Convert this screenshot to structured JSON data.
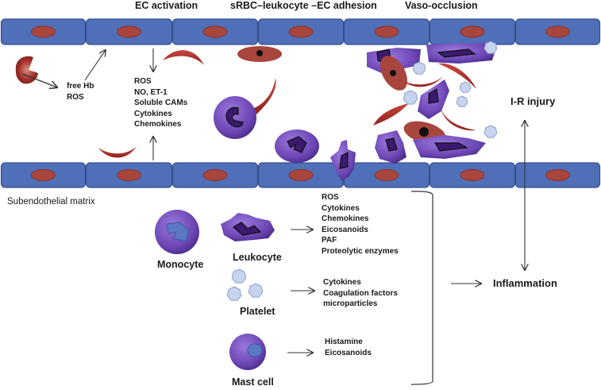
{
  "headers": {
    "ec_activation": "EC activation",
    "adhesion": "sRBC–leukocyte –EC adhesion",
    "vaso_occlusion": "Vaso-occlusion"
  },
  "hemolysis_products": [
    "free Hb",
    "ROS"
  ],
  "ec_activation_products": [
    "ROS",
    "NO, ET-1",
    "Soluble CAMs",
    "Cytokines",
    "Chemokines"
  ],
  "subendothelial_label": "Subendothelial matrix",
  "cells": [
    {
      "name": "Monocyte"
    },
    {
      "name": "Leukocyte",
      "products": [
        "ROS",
        "Cytokines",
        "Chemokines",
        "Eicosanoids",
        "PAF",
        "Proteolytic enzymes"
      ]
    },
    {
      "name": "Platelet",
      "products": [
        "Cytokines",
        "Coagulation factors",
        "microparticles"
      ]
    },
    {
      "name": "Mast cell",
      "products": [
        "Histamine",
        "Eicosanoids"
      ]
    }
  ],
  "outcomes": {
    "ir_injury": "I-R injury",
    "inflammation": "Inflammation"
  },
  "colors": {
    "endothelium": "#4f6fb8",
    "endothelium_border": "#33508f",
    "nucleus": "#a8453d",
    "sickle_rbc": "#b0332b",
    "leukocyte": "#7a52c0",
    "leukocyte_nucleus": "#3a1a6e",
    "platelet": "#c6d4ee",
    "monocyte_nucleus": "#5a78c4"
  }
}
